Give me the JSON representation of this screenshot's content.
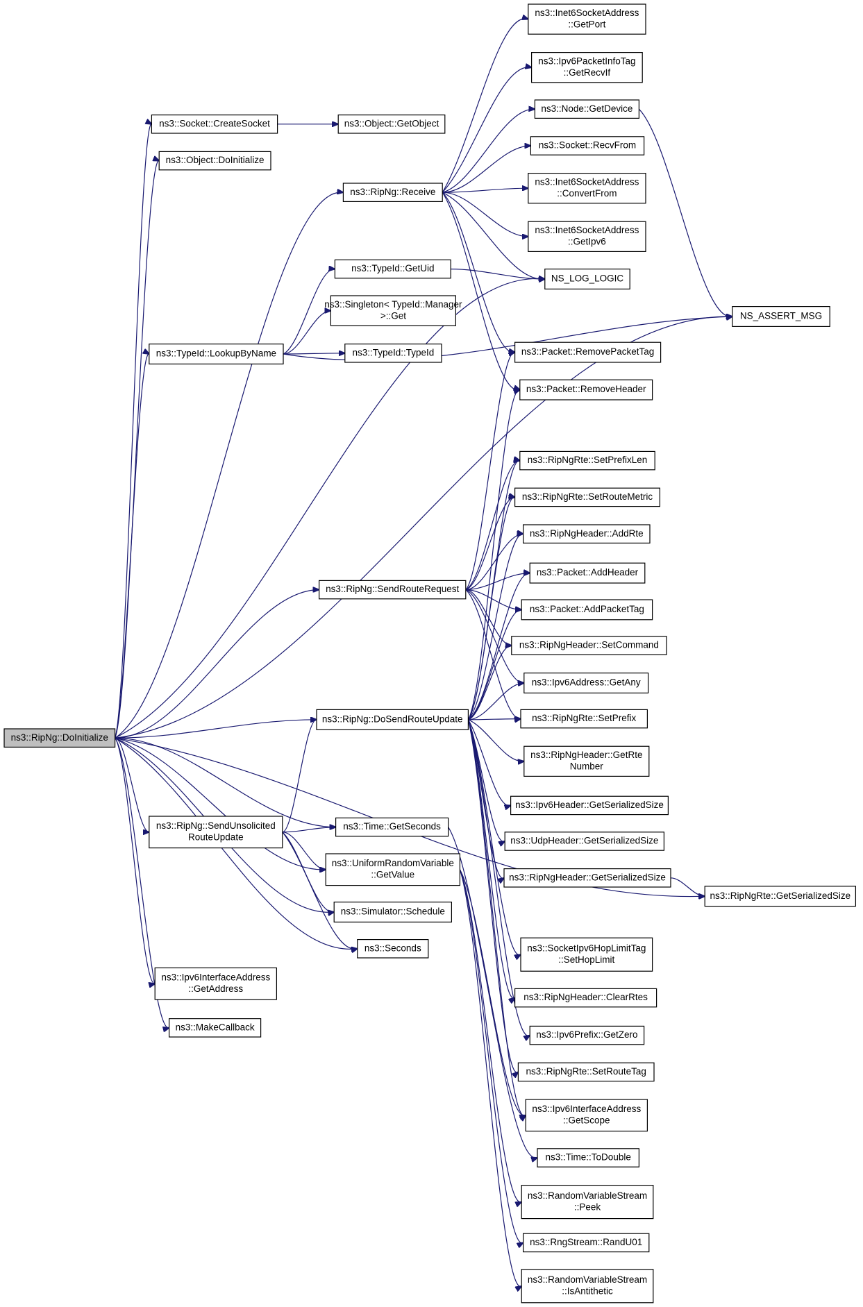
{
  "graph": {
    "colors": {
      "edge": "#191970",
      "border": "#000000",
      "highlight_border": "#ff0000",
      "root_fill": "#bfbfbf",
      "background": "#ffffff"
    },
    "nodes": [
      {
        "id": "doinit",
        "lines": [
          "ns3::RipNg::DoInitialize"
        ],
        "root": true
      },
      {
        "id": "createsocket",
        "lines": [
          "ns3::Socket::CreateSocket"
        ]
      },
      {
        "id": "getobject",
        "lines": [
          "ns3::Object::GetObject"
        ],
        "red": true
      },
      {
        "id": "objdoinit",
        "lines": [
          "ns3::Object::DoInitialize"
        ]
      },
      {
        "id": "receive",
        "lines": [
          "ns3::RipNg::Receive"
        ],
        "red": true
      },
      {
        "id": "getport",
        "lines": [
          "ns3::Inet6SocketAddress",
          "::GetPort"
        ]
      },
      {
        "id": "getrecvif",
        "lines": [
          "ns3::Ipv6PacketInfoTag",
          "::GetRecvIf"
        ]
      },
      {
        "id": "getdevice",
        "lines": [
          "ns3::Node::GetDevice"
        ]
      },
      {
        "id": "recvfrom",
        "lines": [
          "ns3::Socket::RecvFrom"
        ]
      },
      {
        "id": "convertfrom",
        "lines": [
          "ns3::Inet6SocketAddress",
          "::ConvertFrom"
        ],
        "red": true
      },
      {
        "id": "getipv6",
        "lines": [
          "ns3::Inet6SocketAddress",
          "::GetIpv6"
        ]
      },
      {
        "id": "nslog",
        "lines": [
          "NS_LOG_LOGIC"
        ]
      },
      {
        "id": "getuid",
        "lines": [
          "ns3::TypeId::GetUid"
        ]
      },
      {
        "id": "singleton",
        "lines": [
          "ns3::Singleton< TypeId::Manager",
          ">::Get"
        ]
      },
      {
        "id": "lookup",
        "lines": [
          "ns3::TypeId::LookupByName"
        ]
      },
      {
        "id": "typeid",
        "lines": [
          "ns3::TypeId::TypeId"
        ]
      },
      {
        "id": "nsassert",
        "lines": [
          "NS_ASSERT_MSG"
        ]
      },
      {
        "id": "removetag",
        "lines": [
          "ns3::Packet::RemovePacketTag"
        ],
        "red": true
      },
      {
        "id": "removeheader",
        "lines": [
          "ns3::Packet::RemoveHeader"
        ],
        "red": true
      },
      {
        "id": "setprefixlen",
        "lines": [
          "ns3::RipNgRte::SetPrefixLen"
        ]
      },
      {
        "id": "setroutemetric",
        "lines": [
          "ns3::RipNgRte::SetRouteMetric"
        ]
      },
      {
        "id": "addrte",
        "lines": [
          "ns3::RipNgHeader::AddRte"
        ]
      },
      {
        "id": "addheader",
        "lines": [
          "ns3::Packet::AddHeader"
        ],
        "red": true
      },
      {
        "id": "addpackettag",
        "lines": [
          "ns3::Packet::AddPacketTag"
        ],
        "red": true
      },
      {
        "id": "setcommand",
        "lines": [
          "ns3::RipNgHeader::SetCommand"
        ]
      },
      {
        "id": "getany",
        "lines": [
          "ns3::Ipv6Address::GetAny"
        ]
      },
      {
        "id": "setprefix",
        "lines": [
          "ns3::RipNgRte::SetPrefix"
        ]
      },
      {
        "id": "getrtenumber",
        "lines": [
          "ns3::RipNgHeader::GetRte",
          "Number"
        ]
      },
      {
        "id": "ipv6hdr",
        "lines": [
          "ns3::Ipv6Header::GetSerializedSize"
        ]
      },
      {
        "id": "udphdr",
        "lines": [
          "ns3::UdpHeader::GetSerializedSize"
        ]
      },
      {
        "id": "ripnghdr",
        "lines": [
          "ns3::RipNgHeader::GetSerializedSize"
        ]
      },
      {
        "id": "rteser",
        "lines": [
          "ns3::RipNgRte::GetSerializedSize"
        ]
      },
      {
        "id": "sendreq",
        "lines": [
          "ns3::RipNg::SendRouteRequest"
        ]
      },
      {
        "id": "dosend",
        "lines": [
          "ns3::RipNg::DoSendRouteUpdate"
        ]
      },
      {
        "id": "sendunsol",
        "lines": [
          "ns3::RipNg::SendUnsolicited",
          "RouteUpdate"
        ],
        "red": true
      },
      {
        "id": "getseconds",
        "lines": [
          "ns3::Time::GetSeconds"
        ]
      },
      {
        "id": "getvalue",
        "lines": [
          "ns3::UniformRandomVariable",
          "::GetValue"
        ]
      },
      {
        "id": "schedule",
        "lines": [
          "ns3::Simulator::Schedule"
        ],
        "red": true
      },
      {
        "id": "seconds",
        "lines": [
          "ns3::Seconds"
        ],
        "red": true
      },
      {
        "id": "getaddress",
        "lines": [
          "ns3::Ipv6InterfaceAddress",
          "::GetAddress"
        ]
      },
      {
        "id": "makecallback",
        "lines": [
          "ns3::MakeCallback"
        ]
      },
      {
        "id": "sethoplimit",
        "lines": [
          "ns3::SocketIpv6HopLimitTag",
          "::SetHopLimit"
        ]
      },
      {
        "id": "clearrtes",
        "lines": [
          "ns3::RipNgHeader::ClearRtes"
        ]
      },
      {
        "id": "getzero",
        "lines": [
          "ns3::Ipv6Prefix::GetZero"
        ]
      },
      {
        "id": "setroutetag",
        "lines": [
          "ns3::RipNgRte::SetRouteTag"
        ]
      },
      {
        "id": "getscope",
        "lines": [
          "ns3::Ipv6InterfaceAddress",
          "::GetScope"
        ]
      },
      {
        "id": "todouble",
        "lines": [
          "ns3::Time::ToDouble"
        ],
        "red": true
      },
      {
        "id": "peek",
        "lines": [
          "ns3::RandomVariableStream",
          "::Peek"
        ]
      },
      {
        "id": "randu01",
        "lines": [
          "ns3::RngStream::RandU01"
        ]
      },
      {
        "id": "isanti",
        "lines": [
          "ns3::RandomVariableStream",
          "::IsAntithetic"
        ]
      }
    ]
  }
}
